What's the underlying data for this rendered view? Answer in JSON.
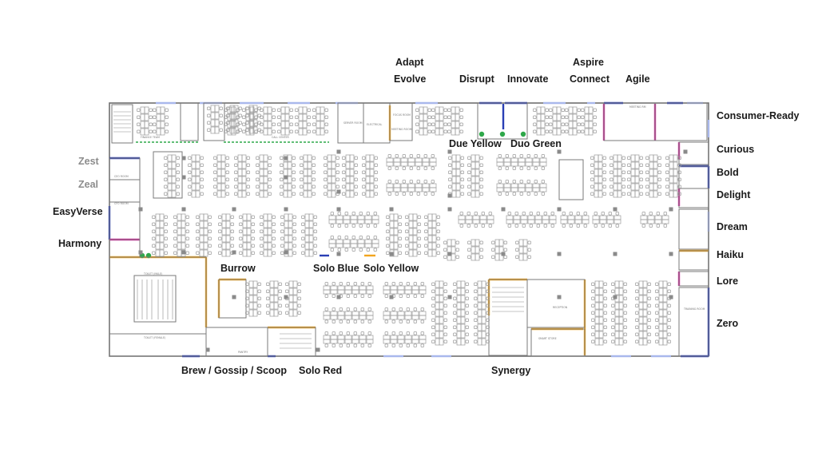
{
  "rooms": {
    "adapt": "Adapt",
    "evolve": "Evolve",
    "disrupt": "Disrupt",
    "innovate": "Innovate",
    "aspire": "Aspire",
    "connect": "Connect",
    "agile": "Agile",
    "consumer_ready": "Consumer-Ready",
    "curious": "Curious",
    "bold": "Bold",
    "delight": "Delight",
    "dream": "Dream",
    "haiku": "Haiku",
    "lore": "Lore",
    "zero": "Zero",
    "due_yellow": "Due Yellow",
    "duo_green": "Duo Green",
    "zest": "Zest",
    "zeal": "Zeal",
    "easyverse": "EasyVerse",
    "harmony": "Harmony",
    "burrow": "Burrow",
    "solo_blue": "Solo Blue",
    "solo_yellow": "Solo Yellow",
    "brew_gossip_scoop": "Brew / Gossip / Scoop",
    "solo_red": "Solo Red",
    "synergy": "Synergy"
  },
  "plan_text": {
    "finance_team": "FINANCE TEAM",
    "call_center": "CALL CENTER",
    "server_room": "SERVER ROOM",
    "electrical": "ELECTRICAL",
    "focus_room": "FOCUS ROOM",
    "meeting_room": "MEETING ROOM",
    "meeting_rm": "MEETING RM",
    "ceo_room": "CEO ROOM",
    "cfo_room": "CFO ROOM",
    "toilet_male": "TOILET (MALE)",
    "toilet_female": "TOILET (FEMALE)",
    "reception": "RECEPTION",
    "pantry": "PANTRY",
    "smart_store": "SMART STORE",
    "training_room": "TRAINING ROOM"
  },
  "colors": {
    "wall": "#7a7a7a",
    "furniture": "#9a9a9a",
    "blue": "#2a3fb5",
    "orange": "#f2a51f",
    "magenta": "#d6269f",
    "green": "#2fa84a",
    "window": "#a9b8ec"
  }
}
